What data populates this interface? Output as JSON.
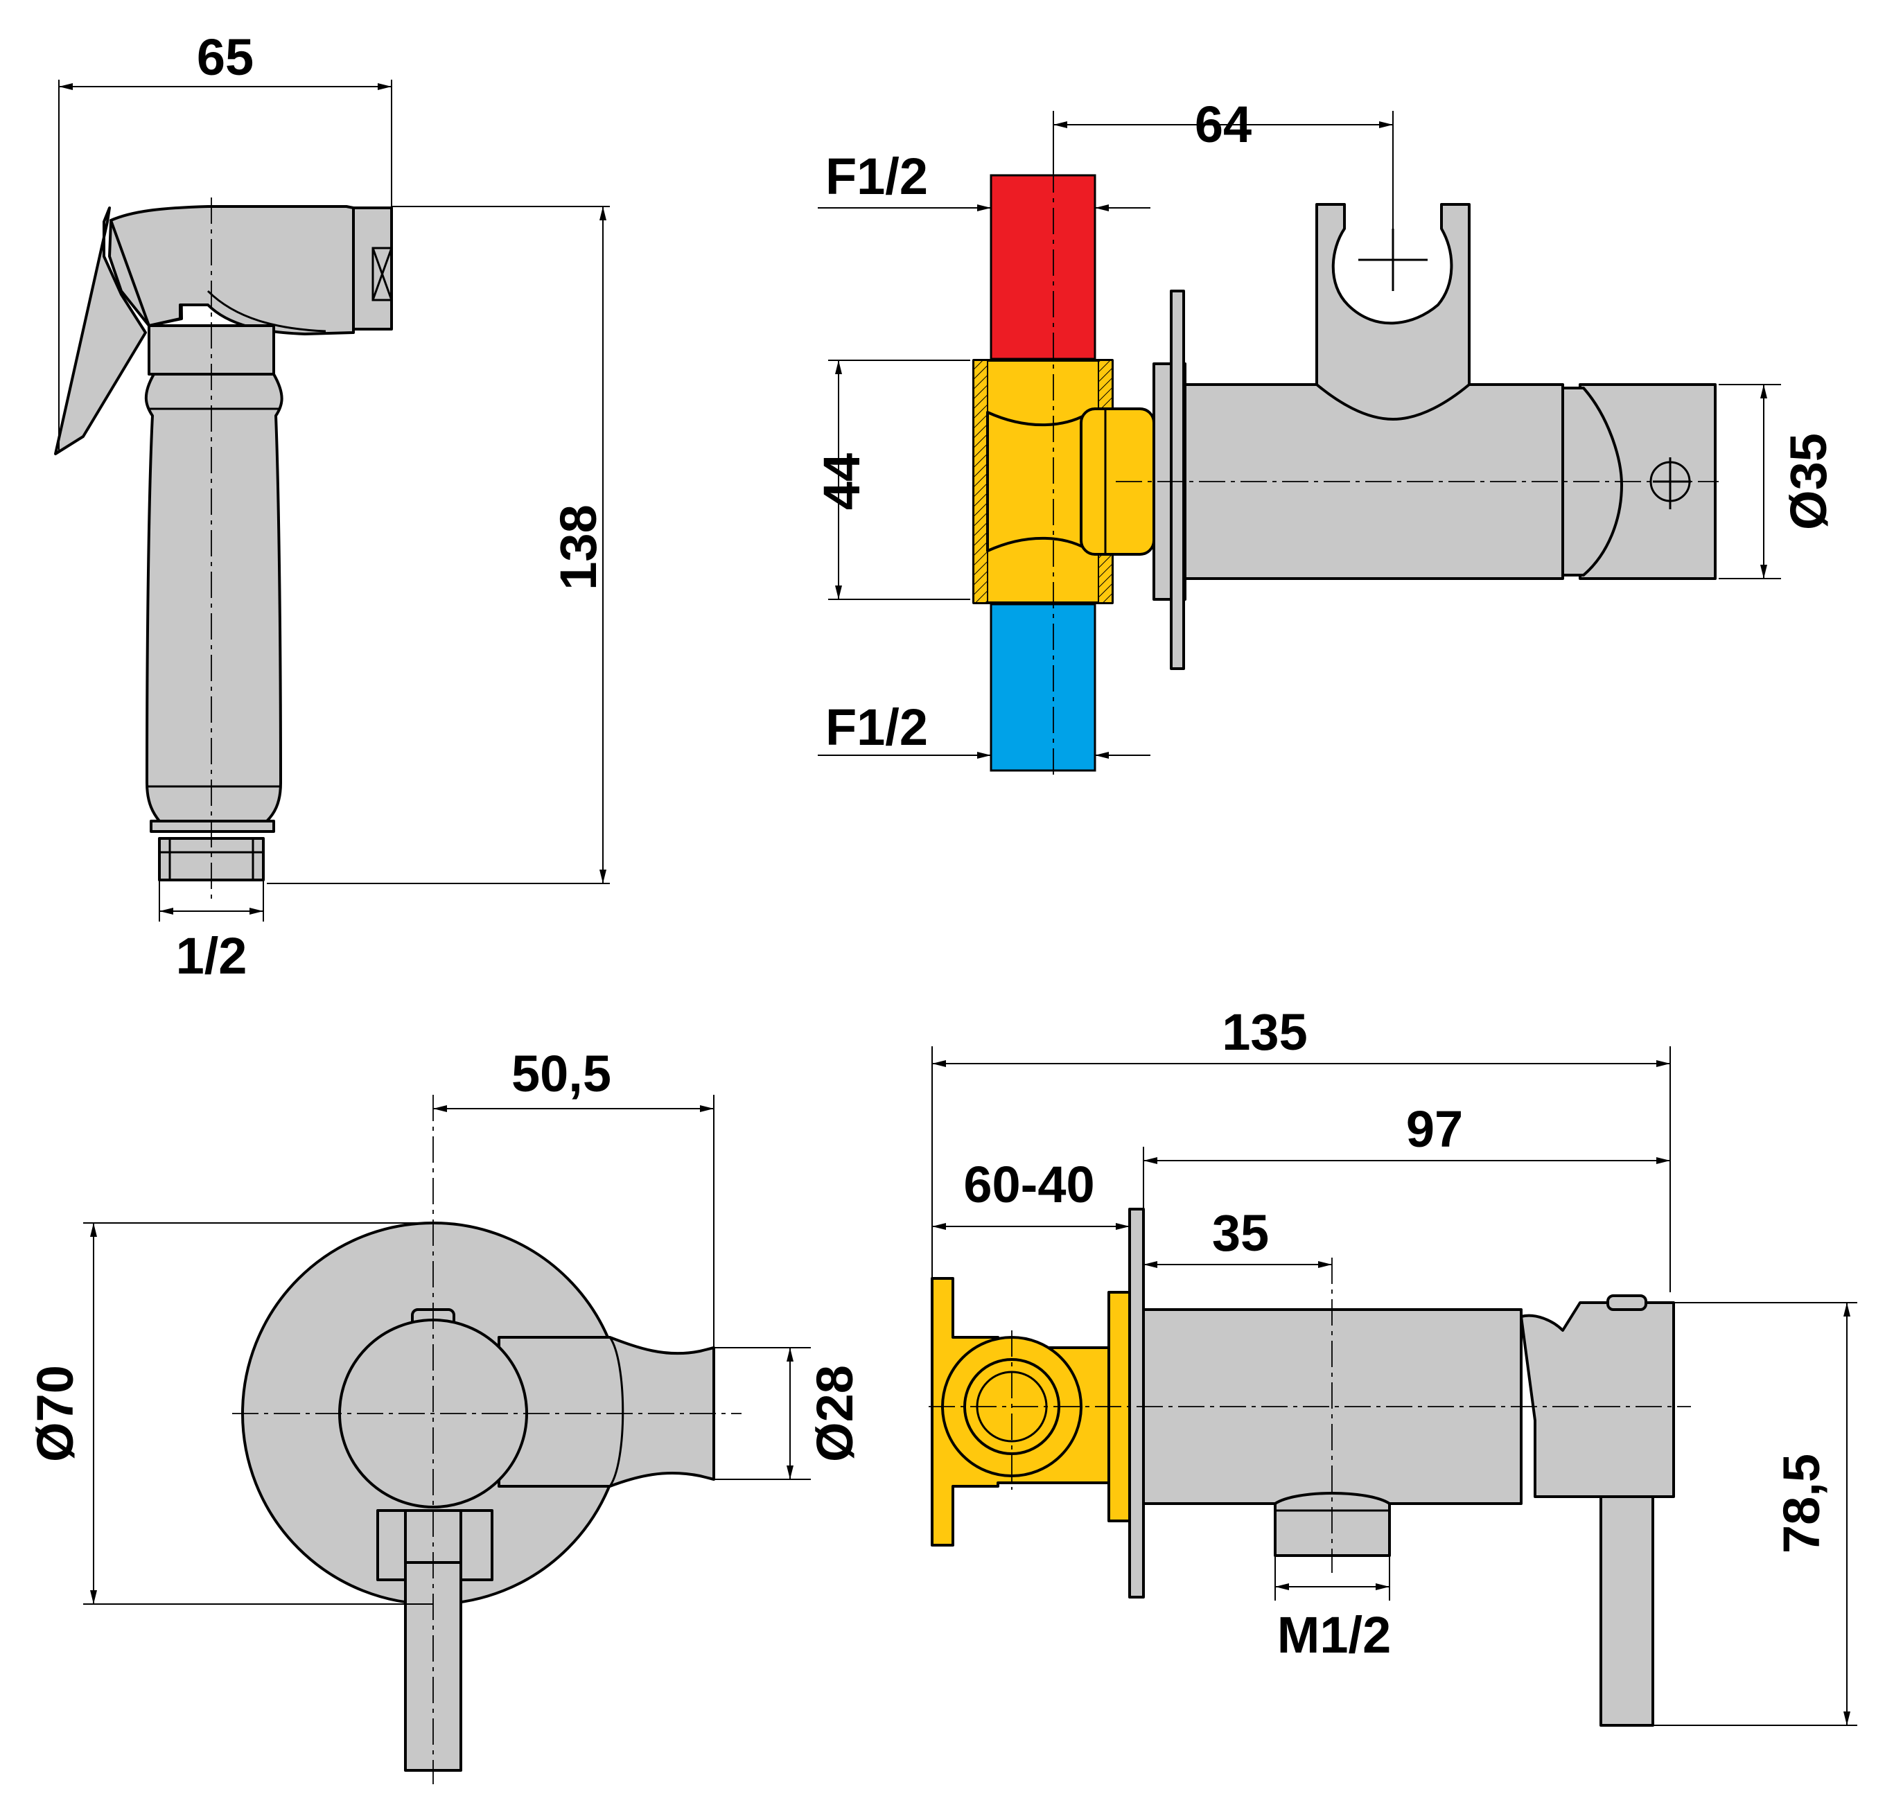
{
  "colors": {
    "hot_pipe": "#ed1c24",
    "cold_pipe": "#00a2e8",
    "brass_body": "#ffc80d",
    "chrome": "#c8c8c8",
    "line": "#000000"
  },
  "dimensions": {
    "handshower_width": "65",
    "handshower_height": "138",
    "handshower_thread": "1/2",
    "holder_offset": "64",
    "hot_inlet": "F1/2",
    "cold_inlet": "F1/2",
    "body_height": "44",
    "body_diameter": "Ø35",
    "lever_reach": "50,5",
    "rosette_diameter": "Ø70",
    "cartridge_diameter": "Ø28",
    "overall_length": "135",
    "projection": "97",
    "installation_depth": "60-40",
    "outlet_offset": "35",
    "outlet_thread": "M1/2",
    "overall_height": "78,5"
  }
}
